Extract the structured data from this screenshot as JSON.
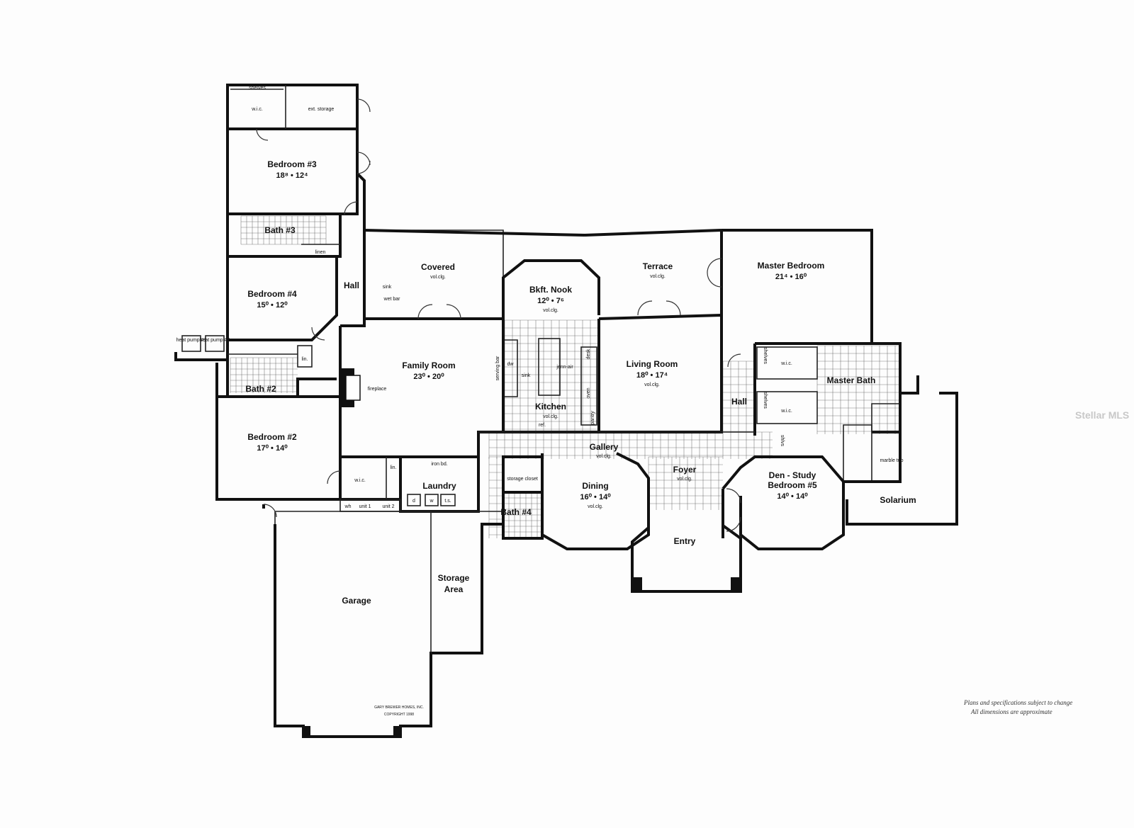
{
  "rooms": {
    "shelves_top": "shelves",
    "wic_top": "w.i.c.",
    "ext_storage": "ext. storage",
    "bedroom3": {
      "name": "Bedroom #3",
      "dim": "18⁸ • 12⁴"
    },
    "bath3": "Bath #3",
    "linen_top": "linen",
    "hall_left": "Hall",
    "sink_wetbar": "sink",
    "wet_bar": "wet bar",
    "bedroom4": {
      "name": "Bedroom #4",
      "dim": "15⁰ • 12⁰"
    },
    "heat_pump1": "heat pump #1",
    "heat_pump2": "heat pump #2",
    "lin_small": "lin.",
    "bath2": "Bath #2",
    "bedroom2": {
      "name": "Bedroom #2",
      "dim": "17⁰ • 14⁰"
    },
    "covered": {
      "name": "Covered",
      "sub": "vol.clg."
    },
    "family_room": {
      "name": "Family Room",
      "dim": "23⁰ • 20⁰"
    },
    "fireplace": "fireplace",
    "serving_bar": "serving bar",
    "dw": "dw",
    "sink_kitchen": "sink",
    "bkft_nook": {
      "name": "Bkft. Nook",
      "dim": "12⁰ • 7⁶",
      "sub": "vol.clg."
    },
    "kitchen": {
      "name": "Kitchen",
      "sub": "vol.clg."
    },
    "ref": "ref.",
    "jenn_air": "jenn-air",
    "desk": "desk",
    "oven": "oven",
    "pantry": "pantry",
    "terrace": {
      "name": "Terrace",
      "sub": "vol.clg."
    },
    "living_room": {
      "name": "Living Room",
      "dim": "18⁰ • 17⁴",
      "sub": "vol.clg."
    },
    "master_bedroom": {
      "name": "Master Bedroom",
      "dim": "21⁴ • 16⁰"
    },
    "wic_master1": "w.i.c.",
    "wic_master2": "w.i.c.",
    "shelves_m1": "shelves",
    "shelves_m2": "shelves",
    "shlvs": "shlvs",
    "master_bath": "Master Bath",
    "hall_right": "Hall",
    "marble_tub": "marble tub",
    "solarium": "Solarium",
    "gallery": {
      "name": "Gallery",
      "sub": "vol.clg."
    },
    "wic_mid": "w.i.c.",
    "lin_mid": "lin.",
    "iron_bd": "iron bd.",
    "laundry": "Laundry",
    "d": "d",
    "w": "w",
    "ts": "t.s.",
    "wh": "wh",
    "unit1": "unit 1",
    "unit2": "unit 2",
    "storage_closet": "storage closet",
    "bath4": "Bath #4",
    "dining": {
      "name": "Dining",
      "dim": "16⁰ • 14⁰",
      "sub": "vol.clg."
    },
    "foyer": {
      "name": "Foyer",
      "sub": "vol.clg."
    },
    "entry": "Entry",
    "den": {
      "name": "Den - Study",
      "name2": "Bedroom #5",
      "dim": "14⁰ • 14⁰"
    },
    "garage": "Garage",
    "storage_area": {
      "line1": "Storage",
      "line2": "Area"
    },
    "builder": "GARY BREWER HOMES, INC.",
    "copyright": "COPYRIGHT 1998"
  },
  "notes": {
    "line1": "Plans and specifications subject to change",
    "line2": "All dimensions are approximate"
  },
  "watermark": "Stellar MLS",
  "colors": {
    "ink": "#111111",
    "paper": "#fdfdfd",
    "watermark": "#c8c8c8"
  }
}
